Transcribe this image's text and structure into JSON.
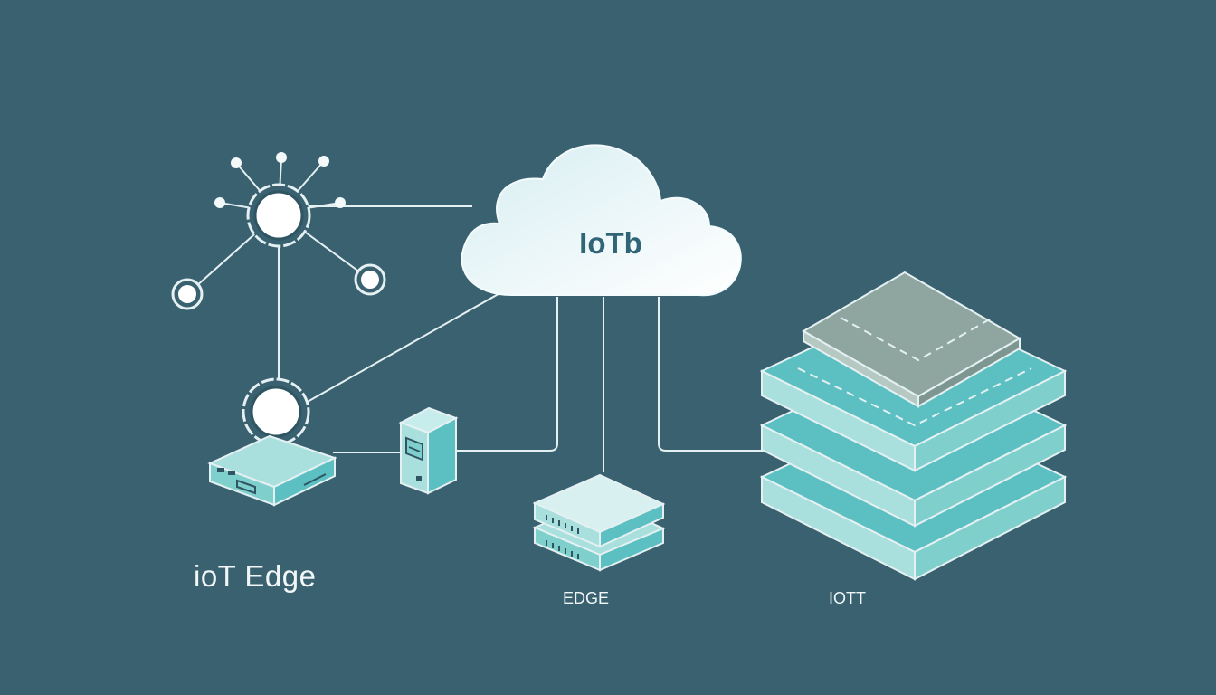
{
  "cloud": {
    "label": "IoTb"
  },
  "labels": {
    "left": "ioT Edge",
    "middle": "EDGE",
    "right": "IOTT"
  },
  "colors": {
    "background": "#3a6170",
    "line": "#e4f0f2",
    "teal": "#5cc0c2",
    "teal_light": "#a9e0dd",
    "cloud": "#eaf5f7",
    "layer_top": "#8ea69f",
    "text": "#f1f6f7"
  }
}
